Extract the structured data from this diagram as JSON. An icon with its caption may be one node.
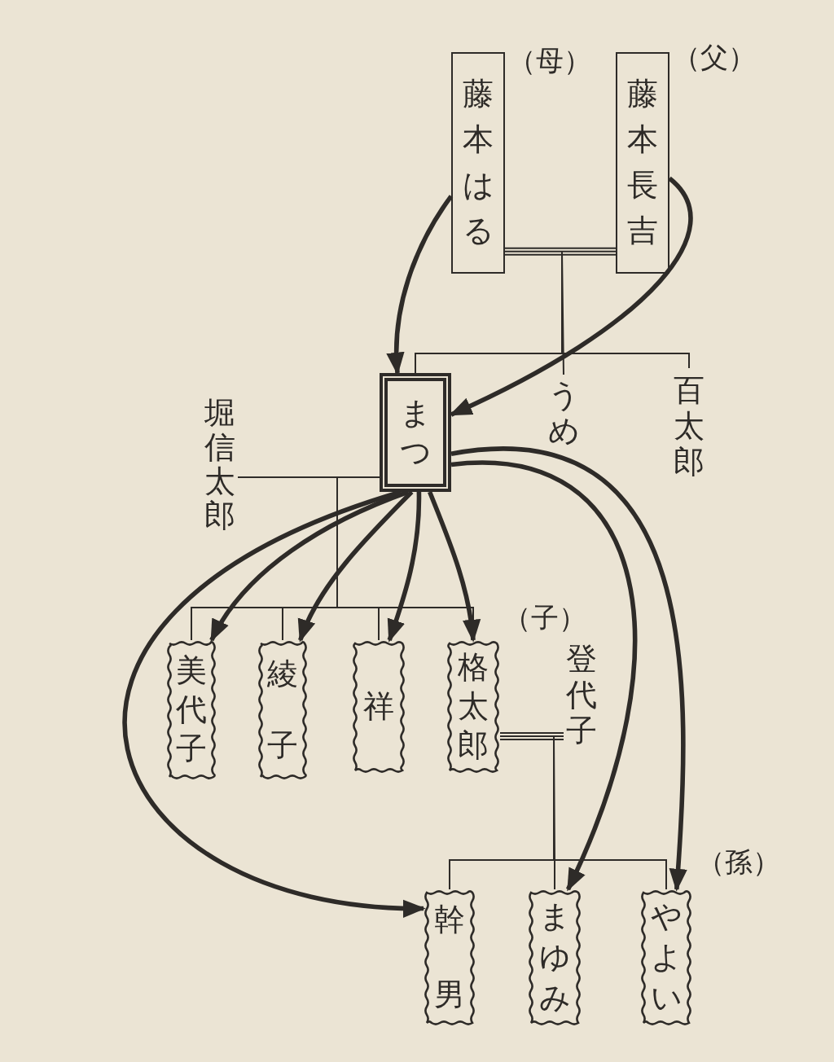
{
  "diagram": {
    "nodes": [
      {
        "text": [
          "藤本長吉"
        ],
        "beside": [
          "（父）"
        ]
      },
      {
        "text": [
          "藤本はる"
        ],
        "beside": [
          "（母）"
        ]
      },
      {
        "text": [
          "まつ"
        ]
      },
      {
        "text": [
          "うめ"
        ]
      },
      {
        "text": [
          "百太郎"
        ]
      },
      {
        "text": [
          "堀信太郎"
        ]
      },
      {
        "text": [
          "美代子"
        ]
      },
      {
        "text": [
          "綾子"
        ]
      },
      {
        "text": [
          "祥"
        ]
      },
      {
        "text": [
          "格太郎"
        ],
        "beside": [
          "（子）"
        ]
      },
      {
        "text": [
          "登代子"
        ]
      },
      {
        "text": [
          "幹男"
        ]
      },
      {
        "text": [
          "まゆみ"
        ]
      },
      {
        "text": [
          "やよい"
        ],
        "beside": [
          "（孫）"
        ]
      }
    ],
    "edges": [
      {
        "from": 1,
        "to": 0,
        "arrow": "none"
      },
      {
        "from": 0,
        "to": 2,
        "arrow": "none"
      },
      {
        "from": 0,
        "to": 3,
        "arrow": "none"
      },
      {
        "from": 0,
        "to": 4,
        "arrow": "none"
      },
      {
        "from": 1,
        "to": 2,
        "arrow": "none"
      },
      {
        "from": 1,
        "to": 3,
        "arrow": "none"
      },
      {
        "from": 1,
        "to": 4,
        "arrow": "none"
      },
      {
        "from": 5,
        "to": 2,
        "arrow": "none"
      },
      {
        "from": 2,
        "to": 6,
        "arrow": "none"
      },
      {
        "from": 2,
        "to": 7,
        "arrow": "none"
      },
      {
        "from": 2,
        "to": 8,
        "arrow": "none"
      },
      {
        "from": 2,
        "to": 9,
        "arrow": "none"
      },
      {
        "from": 5,
        "to": 6,
        "arrow": "none"
      },
      {
        "from": 5,
        "to": 7,
        "arrow": "none"
      },
      {
        "from": 5,
        "to": 8,
        "arrow": "none"
      },
      {
        "from": 5,
        "to": 9,
        "arrow": "none"
      },
      {
        "from": 9,
        "to": 10,
        "arrow": "none"
      },
      {
        "from": 9,
        "to": 11,
        "arrow": "none"
      },
      {
        "from": 9,
        "to": 12,
        "arrow": "none"
      },
      {
        "from": 9,
        "to": 13,
        "arrow": "none"
      },
      {
        "from": 10,
        "to": 11,
        "arrow": "none"
      },
      {
        "from": 10,
        "to": 12,
        "arrow": "none"
      },
      {
        "from": 10,
        "to": 13,
        "arrow": "none"
      },
      {
        "from": 1,
        "to": 2,
        "arrow": "to",
        "style": "thick"
      },
      {
        "from": 0,
        "to": 2,
        "arrow": "to",
        "style": "thick"
      },
      {
        "from": 2,
        "to": 6,
        "arrow": "to",
        "style": "thick"
      },
      {
        "from": 2,
        "to": 7,
        "arrow": "to",
        "style": "thick"
      },
      {
        "from": 2,
        "to": 8,
        "arrow": "to",
        "style": "thick"
      },
      {
        "from": 2,
        "to": 9,
        "arrow": "to",
        "style": "thick"
      },
      {
        "from": 2,
        "to": 11,
        "arrow": "to",
        "style": "thick"
      },
      {
        "from": 2,
        "to": 12,
        "arrow": "to",
        "style": "thick"
      },
      {
        "from": 2,
        "to": 13,
        "arrow": "to",
        "style": "thick"
      }
    ]
  }
}
